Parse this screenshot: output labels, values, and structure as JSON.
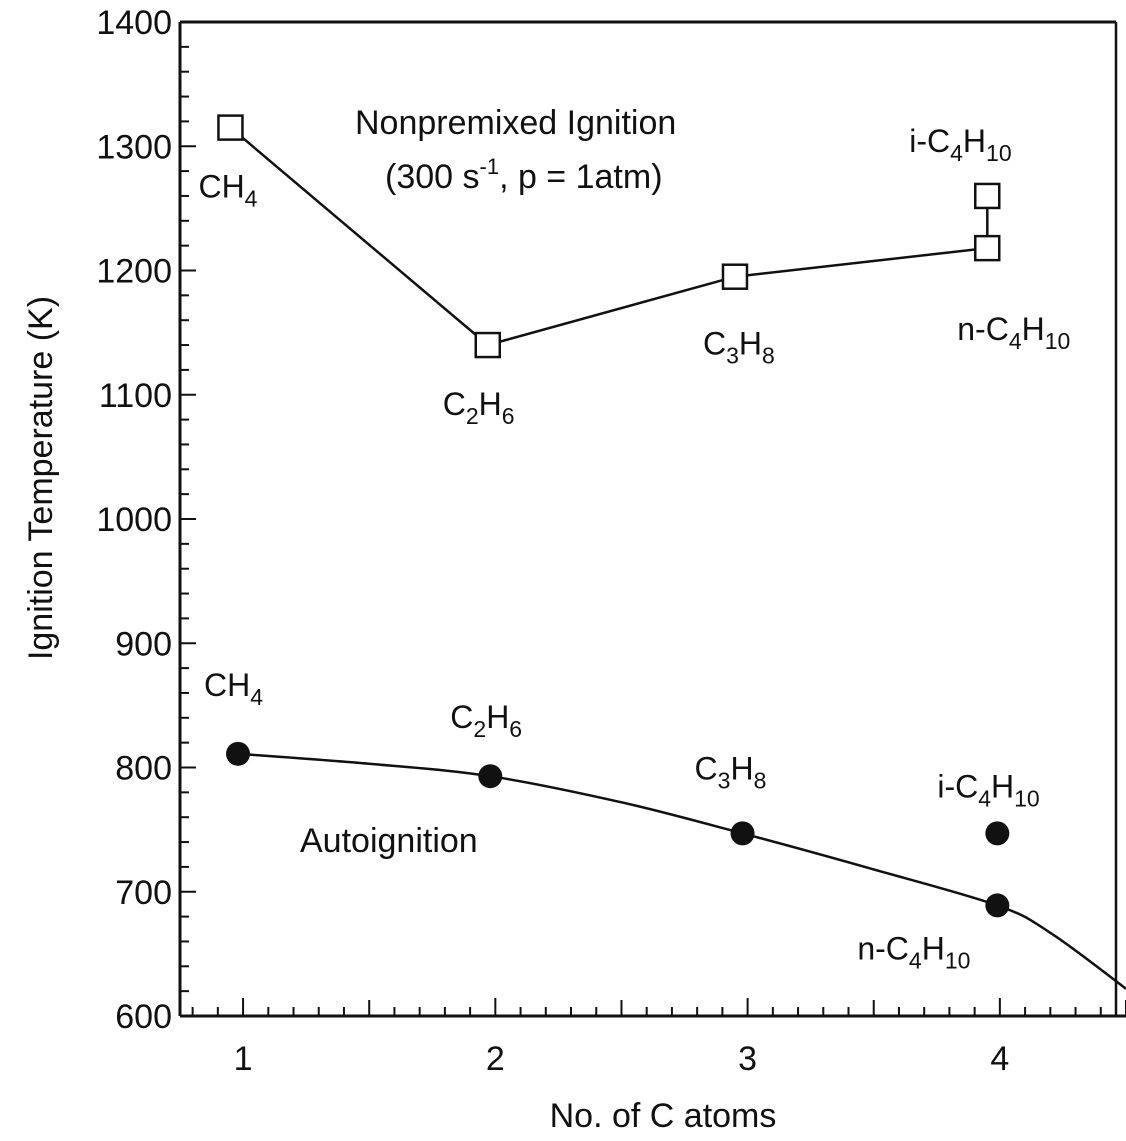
{
  "chart_data": {
    "type": "line",
    "xlabel": "No. of C atoms",
    "ylabel": "Ignition Temperature (K)",
    "xlim": [
      0.75,
      4.5
    ],
    "ylim": [
      600,
      1400
    ],
    "x_ticks": [
      1,
      2,
      3,
      4
    ],
    "y_ticks": [
      600,
      700,
      800,
      900,
      1000,
      1100,
      1200,
      1300,
      1400
    ],
    "annotations": {
      "nonpremixed_title": "Nonpremixed Ignition",
      "nonpremixed_conditions": {
        "pre": "(300 s",
        "sup": "-1",
        "post": ", p = 1atm)"
      },
      "autoignition_title": "Autoignition"
    },
    "series": [
      {
        "id": "nonpremixed",
        "marker": "open-square",
        "points": [
          {
            "x": 0.95,
            "y": 1315,
            "label": [
              [
                "CH",
                ""
              ],
              [
                "4",
                "sub"
              ]
            ]
          },
          {
            "x": 1.97,
            "y": 1140,
            "label": [
              [
                "C",
                ""
              ],
              [
                "2",
                "sub"
              ],
              [
                "H",
                ""
              ],
              [
                "6",
                "sub"
              ]
            ]
          },
          {
            "x": 2.95,
            "y": 1195,
            "label": [
              [
                "C",
                ""
              ],
              [
                "3",
                "sub"
              ],
              [
                "H",
                ""
              ],
              [
                "8",
                "sub"
              ]
            ]
          },
          {
            "x": 3.95,
            "y": 1218,
            "label": [
              [
                "n-C",
                ""
              ],
              [
                "4",
                "sub"
              ],
              [
                "H",
                ""
              ],
              [
                "10",
                "sub"
              ]
            ]
          },
          {
            "x": 3.95,
            "y": 1260,
            "label": [
              [
                "i-C",
                ""
              ],
              [
                "4",
                "sub"
              ],
              [
                "H",
                ""
              ],
              [
                "10",
                "sub"
              ]
            ]
          }
        ]
      },
      {
        "id": "autoignition",
        "marker": "filled-circle",
        "points": [
          {
            "x": 0.98,
            "y": 811,
            "label": [
              [
                "CH",
                ""
              ],
              [
                "4",
                "sub"
              ]
            ]
          },
          {
            "x": 1.98,
            "y": 793,
            "label": [
              [
                "C",
                ""
              ],
              [
                "2",
                "sub"
              ],
              [
                "H",
                ""
              ],
              [
                "6",
                "sub"
              ]
            ]
          },
          {
            "x": 2.98,
            "y": 747,
            "label": [
              [
                "C",
                ""
              ],
              [
                "3",
                "sub"
              ],
              [
                "H",
                ""
              ],
              [
                "8",
                "sub"
              ]
            ]
          },
          {
            "x": 3.99,
            "y": 747,
            "label": [
              [
                "i-C",
                ""
              ],
              [
                "4",
                "sub"
              ],
              [
                "H",
                ""
              ],
              [
                "10",
                "sub"
              ]
            ]
          },
          {
            "x": 3.99,
            "y": 689,
            "label": [
              [
                "n-C",
                ""
              ],
              [
                "4",
                "sub"
              ],
              [
                "H",
                ""
              ],
              [
                "10",
                "sub"
              ]
            ]
          }
        ]
      }
    ],
    "nonpremixed_line": [
      [
        0.95,
        1315
      ],
      [
        1.97,
        1140
      ],
      [
        2.95,
        1195
      ],
      [
        3.95,
        1218
      ]
    ],
    "isomer_link": [
      [
        3.95,
        1218
      ],
      [
        3.95,
        1260
      ]
    ],
    "autoignition_curve": [
      [
        0.98,
        811
      ],
      [
        1.5,
        803
      ],
      [
        1.98,
        793
      ],
      [
        2.5,
        772
      ],
      [
        2.98,
        747
      ],
      [
        3.5,
        718
      ],
      [
        3.99,
        689
      ],
      [
        4.2,
        667
      ],
      [
        4.5,
        622
      ]
    ]
  }
}
